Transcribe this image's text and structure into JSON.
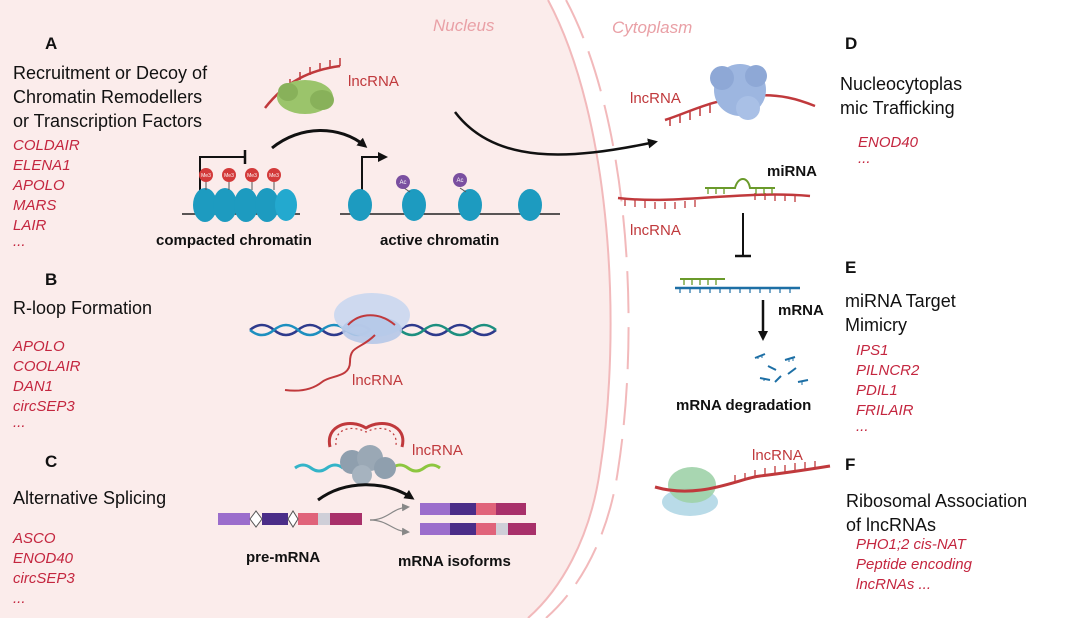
{
  "regions": {
    "nucleus": "Nucleus",
    "cytoplasm": "Cytoplasm"
  },
  "panels": [
    {
      "letter": "A",
      "heading": [
        "Recruitment or Decoy of",
        "Chromatin Remodellers",
        "or Transcription Factors"
      ],
      "examples": [
        "COLDAIR",
        "ELENA1",
        "APOLO",
        "MARS",
        "LAIR",
        "..."
      ]
    },
    {
      "letter": "B",
      "heading": [
        "R-loop Formation"
      ],
      "examples": [
        "APOLO",
        "COOLAIR",
        "DAN1",
        "circSEP3",
        "..."
      ]
    },
    {
      "letter": "C",
      "heading": [
        "Alternative Splicing"
      ],
      "examples": [
        "ASCO",
        "ENOD40",
        "circSEP3",
        "..."
      ]
    },
    {
      "letter": "D",
      "heading": [
        "Nucleocytoplas",
        "mic Trafficking"
      ],
      "examples": [
        "ENOD40",
        "..."
      ]
    },
    {
      "letter": "E",
      "heading": [
        "miRNA Target",
        "Mimicry"
      ],
      "examples": [
        "IPS1",
        "PILNCR2",
        "PDIL1",
        "FRILAIR",
        "..."
      ]
    },
    {
      "letter": "F",
      "heading": [
        "Ribosomal Association",
        "of lncRNAs"
      ],
      "examples": [
        "PHO1;2 cis-NAT",
        "Peptide encoding",
        "lncRNAs ..."
      ]
    }
  ],
  "labels": {
    "lncrna": "lncRNA",
    "compacted": "compacted chromatin",
    "active": "active chromatin",
    "me3": "Me3",
    "ac": "Ac",
    "mirna": "miRNA",
    "mrna": "mRNA",
    "degradation": "mRNA degradation",
    "pre_mrna": "pre-mRNA",
    "isoforms": "mRNA isoforms"
  },
  "colors": {
    "nucleus_bg": "#fbeceb",
    "envelope": "#f2b9bb",
    "rna": "#c0393c",
    "nucleosome": "#1d9bc0",
    "accent_text": "#c4263f"
  }
}
